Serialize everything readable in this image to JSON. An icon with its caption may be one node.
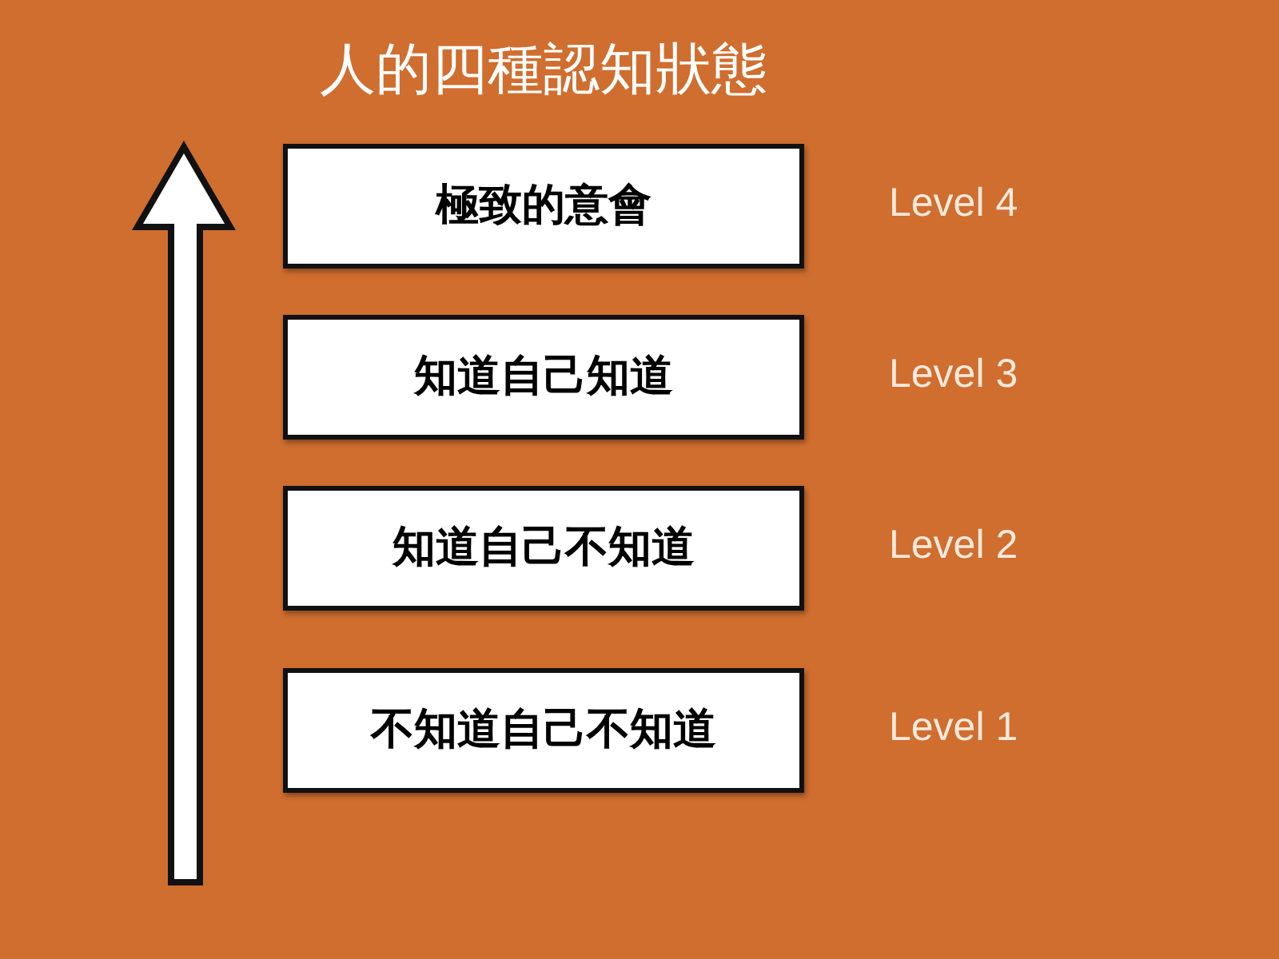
{
  "diagram": {
    "title": "人的四種認知狀態",
    "nodes": [
      {
        "text": [
          "極致的意會"
        ],
        "beside": [
          "Level 4"
        ]
      },
      {
        "text": [
          "知道自己知道"
        ],
        "beside": [
          "Level 3"
        ]
      },
      {
        "text": [
          "知道自己不知道"
        ],
        "beside": [
          "Level 2"
        ]
      },
      {
        "text": [
          "不知道自己不知道"
        ],
        "beside": [
          "Level 1"
        ]
      }
    ]
  }
}
